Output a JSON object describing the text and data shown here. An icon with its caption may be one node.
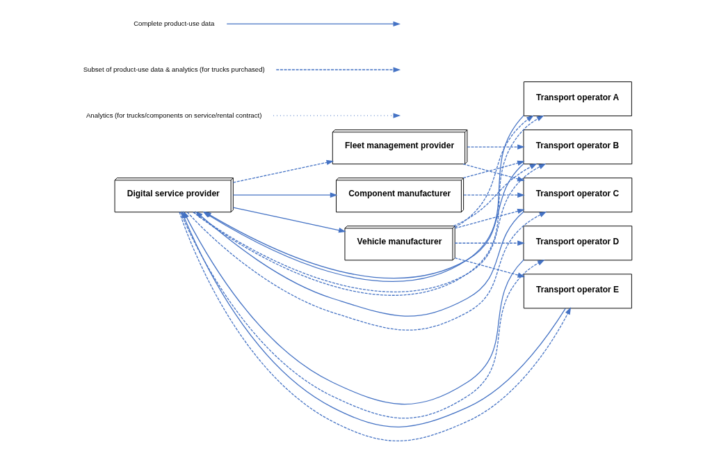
{
  "diagram": {
    "nodes": [
      {
        "text": [
          "Fleet management provider"
        ]
      },
      {
        "text": [
          "Component manufacturer"
        ]
      },
      {
        "text": [
          "Vehicle manufacturer"
        ]
      },
      {
        "text": [
          "Digital service provider"
        ]
      },
      {
        "text": [
          "Transport operator A"
        ]
      },
      {
        "text": [
          "Transport operator B"
        ]
      },
      {
        "text": [
          "Transport operator C"
        ]
      },
      {
        "text": [
          "Transport operator D"
        ]
      },
      {
        "text": [
          "Transport operator E"
        ]
      }
    ],
    "edges": [
      {
        "from": 3,
        "to": 0,
        "arrow": "to",
        "style": "dashed"
      },
      {
        "from": 0,
        "to": 5,
        "arrow": "to",
        "style": "dashed"
      },
      {
        "from": 0,
        "to": 6,
        "arrow": "to",
        "style": "dashed"
      },
      {
        "from": 1,
        "to": 5,
        "arrow": "to",
        "style": "dashed"
      },
      {
        "from": 1,
        "to": 6,
        "arrow": "to",
        "style": "dashed"
      },
      {
        "from": 2,
        "to": 4,
        "arrow": "to",
        "style": "dashed"
      },
      {
        "from": 2,
        "to": 5,
        "arrow": "to",
        "style": "dashed"
      },
      {
        "from": 2,
        "to": 6,
        "arrow": "to",
        "style": "dashed"
      },
      {
        "from": 2,
        "to": 7,
        "arrow": "to",
        "style": "dashed"
      },
      {
        "from": 2,
        "to": 8,
        "arrow": "to",
        "style": "dashed"
      },
      {
        "from": 3,
        "to": 1,
        "arrow": "to"
      },
      {
        "from": 3,
        "to": 2,
        "arrow": "to"
      },
      {
        "from": 4,
        "to": 3,
        "arrow": "to"
      },
      {
        "from": 5,
        "to": 3,
        "arrow": "to"
      },
      {
        "from": 6,
        "to": 3,
        "arrow": "to"
      },
      {
        "from": 7,
        "to": 3,
        "arrow": "to"
      },
      {
        "from": 8,
        "to": 3,
        "arrow": "to"
      },
      {
        "from": 3,
        "to": 4,
        "arrow": "to",
        "style": "dashed"
      },
      {
        "from": 3,
        "to": 5,
        "arrow": "to",
        "style": "dashed"
      },
      {
        "from": 3,
        "to": 6,
        "arrow": "to",
        "style": "dashed"
      },
      {
        "from": 3,
        "to": 7,
        "arrow": "to",
        "style": "dashed"
      },
      {
        "from": 3,
        "to": 8,
        "arrow": "to",
        "style": "dashed"
      }
    ],
    "legend": [
      {
        "text": "Complete product-use data"
      },
      {
        "text": "Subset of product-use data & analytics (for trucks purchased)"
      },
      {
        "text": "Analytics (for trucks/components on service/rental contract)"
      }
    ]
  }
}
